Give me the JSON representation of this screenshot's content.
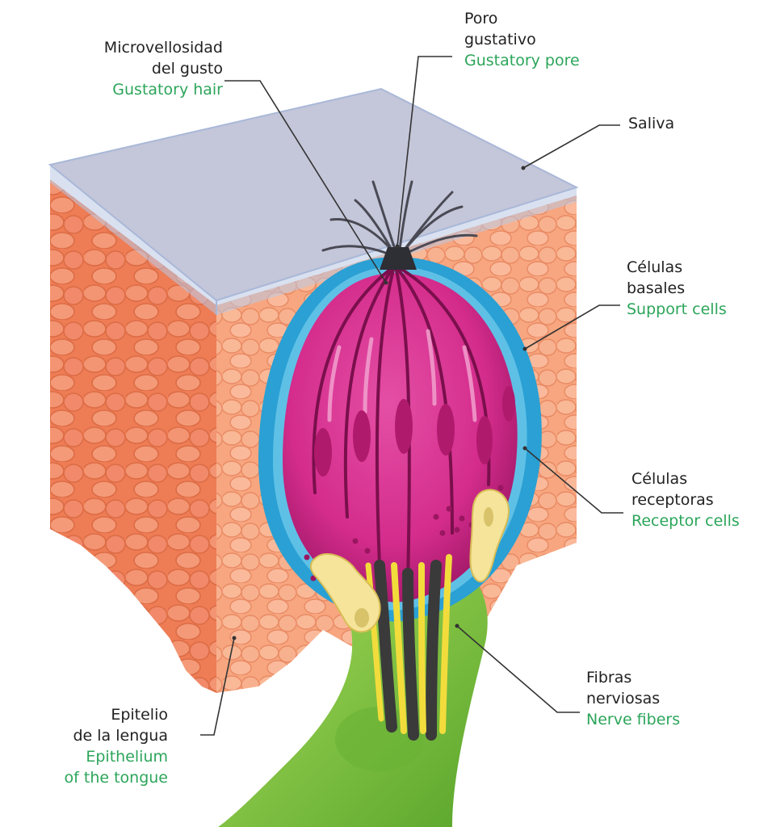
{
  "labels": {
    "microvilli": {
      "es_lines": [
        "Microvellosidad",
        "del gusto"
      ],
      "en_lines": [
        "Gustatory hair"
      ]
    },
    "pore": {
      "es_lines": [
        "Poro",
        "gustativo"
      ],
      "en_lines": [
        "Gustatory pore"
      ]
    },
    "saliva": {
      "es_lines": [
        "Saliva"
      ],
      "en_lines": []
    },
    "support": {
      "es_lines": [
        "Células",
        "basales"
      ],
      "en_lines": [
        "Support cells"
      ]
    },
    "receptor": {
      "es_lines": [
        "Células",
        "receptoras"
      ],
      "en_lines": [
        "Receptor cells"
      ]
    },
    "nerve": {
      "es_lines": [
        "Fibras",
        "nerviosas"
      ],
      "en_lines": [
        "Nerve fibers"
      ]
    },
    "epithelium": {
      "es_lines": [
        "Epitelio",
        "de la lengua"
      ],
      "en_lines": [
        "Epithelium",
        "of the tongue"
      ]
    }
  },
  "colors": {
    "spanish_text": "#222222",
    "english_text": "#2ca55a",
    "epithelium": "#f08a64",
    "saliva": "#b9c8e4",
    "support_cells": "#2aa0d4",
    "receptor_cells": "#d42c8c",
    "nerve_trunk": "#7cc23c",
    "nerve_fibers": "#f2dc3c"
  }
}
